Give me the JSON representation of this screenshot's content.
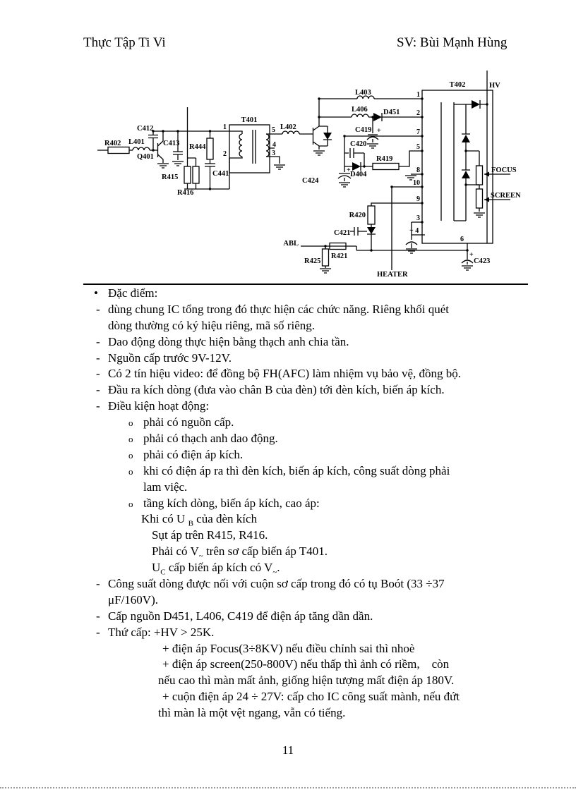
{
  "header": {
    "left": "Thực Tập Ti Vi",
    "right": "SV: Bùi Mạnh Hùng"
  },
  "schematic": {
    "plus": "+",
    "labels": {
      "r402": "R402",
      "l401": "L401",
      "q401": "Q401",
      "c412": "C412",
      "c413": "C413",
      "r444": "R444",
      "r415": "R415",
      "r416": "R416",
      "c441": "C441",
      "t401": "T401",
      "l402": "L402",
      "l403": "L403",
      "l406": "L406",
      "d451": "D451",
      "c419": "C419",
      "c420": "C420",
      "d404": "D404",
      "r419": "R419",
      "c424": "C424",
      "r420": "R420",
      "c421": "C421",
      "abl": "ABL",
      "r421": "R421",
      "r425": "R425",
      "heater": "HEATER",
      "c423": "C423",
      "t402": "T402",
      "hv": "HV",
      "focus": "FOCUS",
      "screen": "SCREEN"
    },
    "t401_pins": {
      "p1": "1",
      "p2": "2",
      "p5": "5",
      "p4": "4",
      "p3": "3"
    },
    "t402_pins": {
      "p1": "1",
      "p2": "2",
      "p7": "7",
      "p5": "5",
      "p8": "8",
      "p10": "10",
      "p9": "9",
      "p3": "3",
      "p4": "+ 4",
      "p6": "6"
    }
  },
  "content": {
    "items": [
      {
        "cls": "b",
        "m": "•",
        "t": "Đặc điểm:"
      },
      {
        "cls": "d",
        "m": "-",
        "t": "dùng chung IC tổng trong đó thực hiện các chức năng. Riêng khối quét"
      },
      {
        "cls": "c0",
        "t": "dòng thường có ký hiệu riêng, mã số riêng."
      },
      {
        "cls": "d",
        "m": "-",
        "t": "Dao động dòng thực hiện bằng thạch anh chia tần."
      },
      {
        "cls": "d",
        "m": "-",
        "t": "Nguồn cấp trước 9V-12V."
      },
      {
        "cls": "d",
        "m": "-",
        "t": "Có 2 tín hiệu video: để đồng bộ FH(AFC) làm nhiệm vụ bảo vệ, đồng bộ."
      },
      {
        "cls": "d",
        "m": "-",
        "t": "Đầu ra kích dòng (đưa vào chân B của đèn) tới đèn kích, biến áp kích."
      },
      {
        "cls": "d",
        "m": "-",
        "t": "Điều kiện hoạt động:"
      },
      {
        "cls": "o",
        "m": "o",
        "t": "phải có nguồn cấp."
      },
      {
        "cls": "o",
        "m": "o",
        "t": "phải có thạch anh dao động."
      },
      {
        "cls": "o",
        "m": "o",
        "t": "phải có điện áp kích."
      },
      {
        "cls": "o",
        "m": "o",
        "t": "khi có điện áp ra thì đèn kích, biến áp kích, công suất dòng phải"
      },
      {
        "cls": "c1",
        "t": "lam việc."
      },
      {
        "cls": "o",
        "m": "o",
        "t": "tầng kích dòng, biến áp kích, cao áp:"
      },
      {
        "cls": "k",
        "parts": [
          {
            "t": "Khi có U "
          },
          {
            "t": "B",
            "sub": true
          },
          {
            "t": " của đèn kích"
          }
        ]
      },
      {
        "cls": "s",
        "t": "Sụt áp trên R415, R416."
      },
      {
        "cls": "s",
        "parts": [
          {
            "t": "Phải có V"
          },
          {
            "t": "~",
            "sub": true
          },
          {
            "t": " trên sơ cấp biến áp T401."
          }
        ]
      },
      {
        "cls": "s",
        "parts": [
          {
            "t": "U"
          },
          {
            "t": "C",
            "sub": true
          },
          {
            "t": " cấp biến áp kích có V"
          },
          {
            "t": "~",
            "sub": true
          },
          {
            "t": "."
          }
        ]
      },
      {
        "cls": "d",
        "m": "-",
        "t": "Công suất dòng được nối với cuộn sơ cấp trong đó có tụ Boót (33 ÷37"
      },
      {
        "cls": "c0",
        "t": "μF/160V)."
      },
      {
        "cls": "d",
        "m": "-",
        "t": "Cấp nguồn D451, L406, C419 để điện áp tăng dần dần."
      },
      {
        "cls": "d",
        "m": "-",
        "t": "Thứ cấp: +HV > 25K."
      },
      {
        "cls": "p",
        "t": "+ điện áp Focus(3÷8KV) nếu điều chỉnh sai thì nhoè"
      },
      {
        "cls": "p",
        "t": "+ điện áp screen(250-800V) nếu thấp thì ảnh có riềm,    còn"
      },
      {
        "cls": "pc",
        "t": "nếu cao thì màn mất ảnh, giống hiện tượng mất điện áp 180V."
      },
      {
        "cls": "p",
        "t": "+ cuộn điện áp 24 ÷ 27V: cấp cho IC công suất mành, nếu đứt"
      },
      {
        "cls": "pc",
        "t": "thì màn là một vệt ngang, vẫn có tiếng."
      }
    ]
  },
  "footer": {
    "page_number": "11"
  }
}
